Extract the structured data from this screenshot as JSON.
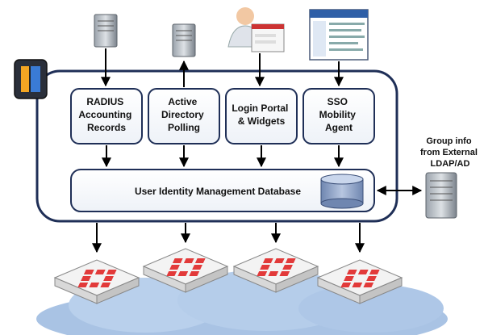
{
  "boxes": [
    {
      "lines": [
        "RADIUS",
        "Accounting",
        "Records"
      ]
    },
    {
      "lines": [
        "Active",
        "Directory",
        "Polling"
      ]
    },
    {
      "lines": [
        "Login Portal",
        "& Widgets"
      ]
    },
    {
      "lines": [
        "SSO",
        "Mobility",
        "Agent"
      ]
    }
  ],
  "database": {
    "label": "User Identity Management Database"
  },
  "external": {
    "lines": [
      "Group info",
      "from External",
      "LDAP/AD"
    ]
  },
  "colors": {
    "frame": "#1f2f57",
    "box_border": "#1f2f57",
    "db_fill": "#e8eef8",
    "cylinder": "#8ea3c7",
    "cloud": "#a9c3e4",
    "firewall_red": "#e23a3a",
    "firewall_body": "#f3f3f3"
  },
  "icons": {
    "top": [
      "server-icon",
      "server-icon",
      "user-login-icon",
      "sso-agent-window-icon"
    ],
    "corner": "fortinet-door-logo-icon",
    "external": "ldap-server-icon",
    "devices": "fortigate-appliance-icon"
  }
}
